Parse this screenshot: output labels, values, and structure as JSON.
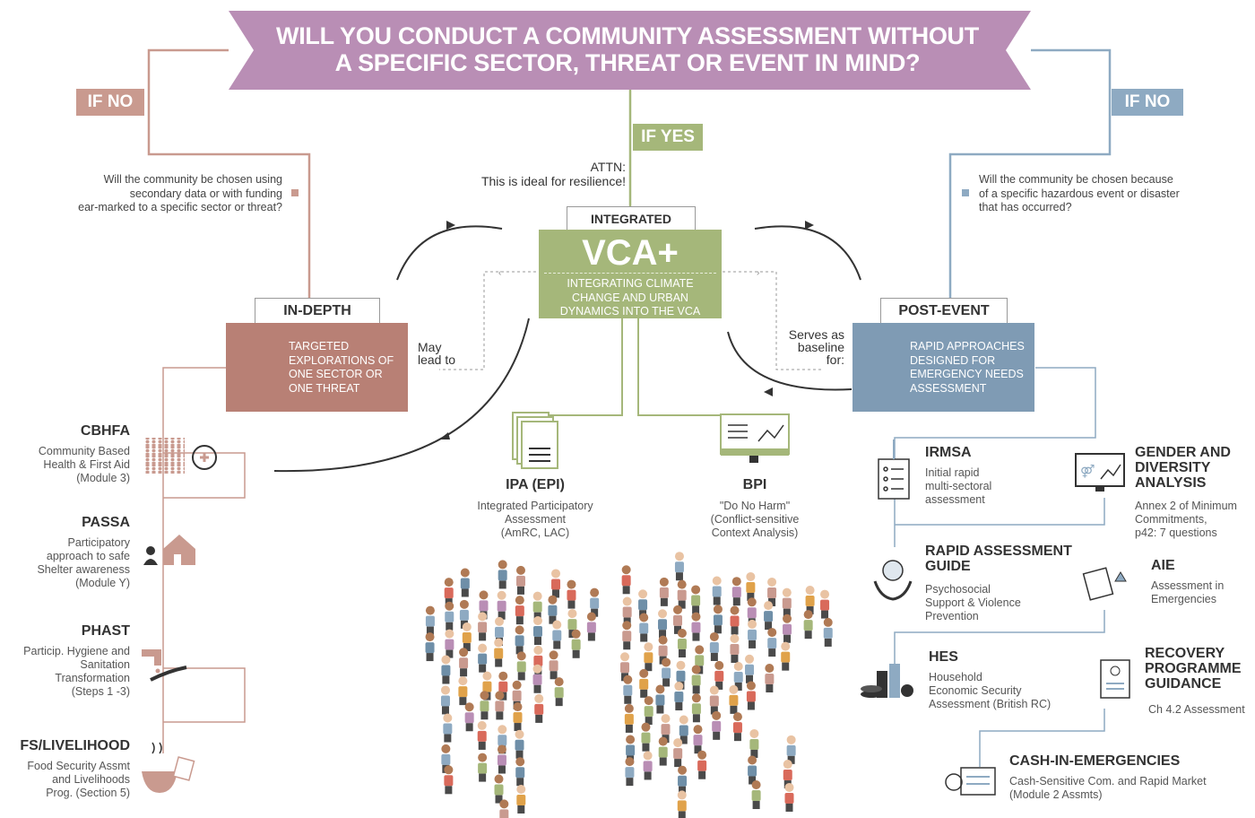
{
  "header": {
    "line1": "WILL YOU CONDUCT A COMMUNITY ASSESSMENT WITHOUT",
    "line2": "A SPECIFIC SECTOR, THREAT OR EVENT IN MIND?"
  },
  "branches": {
    "if_no_left": "IF NO",
    "if_no_right": "IF NO",
    "if_yes": "IF YES"
  },
  "questions": {
    "left": [
      "Will the community be chosen using",
      "secondary data or with funding",
      "ear-marked to a specific sector or threat?"
    ],
    "right": [
      "Will the community be chosen because",
      "of a specific hazardous event or disaster",
      "that has occurred?"
    ]
  },
  "attn": {
    "line1": "ATTN:",
    "line2": "This is ideal for resilience!"
  },
  "center": {
    "tab": "INTEGRATED",
    "title": "VCA+",
    "desc": [
      "INTEGRATING CLIMATE",
      "CHANGE AND URBAN",
      "DYNAMICS INTO THE VCA"
    ]
  },
  "in_depth": {
    "tab": "IN-DEPTH",
    "desc": [
      "TARGETED",
      "EXPLORATIONS OF",
      "ONE SECTOR OR",
      "ONE THREAT"
    ],
    "note": [
      "May",
      "lead to"
    ]
  },
  "post_event": {
    "tab": "POST-EVENT",
    "desc": [
      "RAPID APPROACHES",
      "DESIGNED FOR",
      "EMERGENCY NEEDS",
      "ASSESSMENT"
    ],
    "note": [
      "Serves as",
      "baseline",
      "for:"
    ]
  },
  "left_methods": [
    {
      "title": "CBHFA",
      "lines": [
        "Community Based",
        "Health & First Aid",
        "(Module 3)"
      ]
    },
    {
      "title": "PASSA",
      "lines": [
        "Participatory",
        "approach to safe",
        "Shelter awareness",
        "(Module Y)"
      ]
    },
    {
      "title": "PHAST",
      "lines": [
        "Particip. Hygiene and",
        "Sanitation",
        "Transformation",
        "(Steps 1 -3)"
      ]
    },
    {
      "title": "FS/LIVELIHOOD",
      "lines": [
        "Food Security Assmt",
        "and Livelihoods",
        "Prog. (Section 5)"
      ]
    }
  ],
  "center_methods": [
    {
      "title": "IPA (EPI)",
      "lines": [
        "Integrated Participatory",
        "Assessment",
        "(AmRC, LAC)"
      ]
    },
    {
      "title": "BPI",
      "lines": [
        "\"Do No Harm\"",
        "(Conflict-sensitive",
        "Context Analysis)"
      ]
    }
  ],
  "right_methods": [
    {
      "title": "IRMSA",
      "lines": [
        "Initial rapid",
        "multi-sectoral",
        "assessment"
      ]
    },
    {
      "title": "GENDER AND DIVERSITY ANALYSIS",
      "title_lines": [
        "GENDER AND",
        "DIVERSITY",
        "ANALYSIS"
      ],
      "lines": [
        "Annex 2 of Minimum",
        "Commitments,",
        "p42: 7 questions"
      ]
    },
    {
      "title": "RAPID ASSESSMENT GUIDE",
      "title_lines": [
        "RAPID ASSESSMENT",
        "GUIDE"
      ],
      "lines": [
        "Psychosocial",
        "Support & Violence",
        "Prevention"
      ]
    },
    {
      "title": "AIE",
      "lines": [
        "Assessment in",
        "Emergencies"
      ]
    },
    {
      "title": "HES",
      "lines": [
        "Household",
        "Economic Security",
        "Assessment (British RC)"
      ]
    },
    {
      "title": "RECOVERY PROGRAMME GUIDANCE",
      "title_lines": [
        "RECOVERY",
        "PROGRAMME",
        "GUIDANCE"
      ],
      "lines": [
        "Ch 4.2 Assessment"
      ]
    },
    {
      "title": "CASH-IN-EMERGENCIES",
      "lines": [
        "Cash-Sensitive Com. and Rapid Market",
        "(Module 2 Assmts)"
      ]
    }
  ],
  "colors": {
    "banner": "#b98eb5",
    "green": "#a5b77a",
    "rose": "#b88075",
    "blue": "#7f9bb4",
    "line_rose": "#c99a8f",
    "line_blue": "#8eaac2",
    "line_green": "#a5b77a"
  }
}
